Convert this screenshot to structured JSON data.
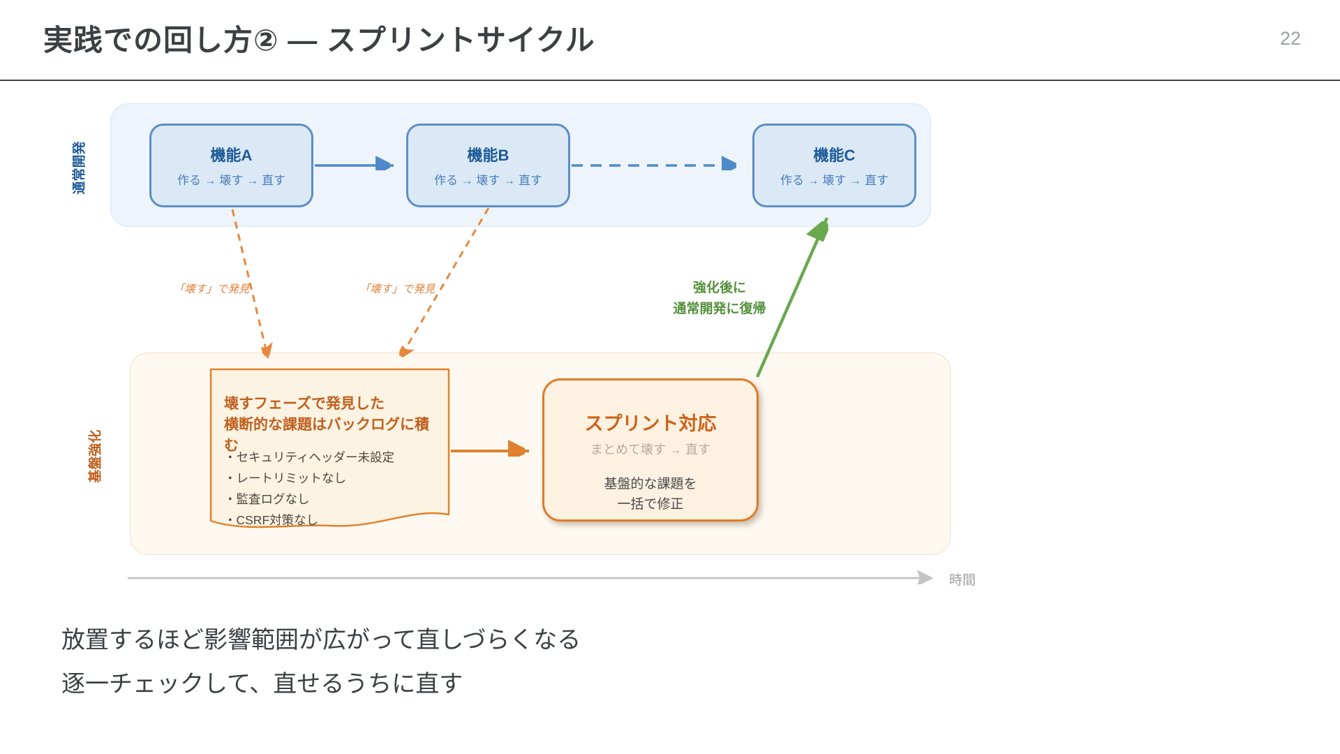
{
  "header": {
    "title": "実践での回し方② — スプリントサイクル",
    "page_number": "22"
  },
  "lanes": {
    "normal_label": "通常開発",
    "foundation_label": "基盤強化"
  },
  "features": [
    {
      "title": "機能A",
      "subtitle": "作る → 壊す → 直す"
    },
    {
      "title": "機能B",
      "subtitle": "作る → 壊す → 直す"
    },
    {
      "title": "機能C",
      "subtitle": "作る → 壊す → 直す"
    }
  ],
  "annotations": {
    "discover_a": "「壊す」で発見",
    "discover_b": "「壊す」で発見",
    "return_line1": "強化後に",
    "return_line2": "通常開発に復帰"
  },
  "backlog_note": {
    "title_line1": "壊すフェーズで発見した",
    "title_line2": "横断的な課題はバックログに積む",
    "items": [
      "・セキュリティヘッダー未設定",
      "・レートリミットなし",
      "・監査ログなし",
      "・CSRF対策なし"
    ]
  },
  "sprint_box": {
    "title": "スプリント対応",
    "subtitle": "まとめて壊す → 直す",
    "body_line1": "基盤的な課題を",
    "body_line2": "一括で修正"
  },
  "timeline": {
    "label": "時間"
  },
  "summary": {
    "line1": "放置するほど影響範囲が広がって直しづらくなる",
    "line2": "逐一チェックして、直せるうちに直す"
  },
  "colors": {
    "title_text": "#3c4043",
    "blue_border": "#5b8fc4",
    "blue_fill": "#dbe9f7",
    "blue_lane": "#edf4fb",
    "blue_text": "#1d5a96",
    "connector_blue": "#4e8ac9",
    "orange_border": "#e0812f",
    "orange_lane": "#fdf9f1",
    "note_fill": "#fcf3e3",
    "note_title_text": "#c05f1d",
    "dashed_orange": "#e8873d",
    "sprint_title_text": "#cc6318",
    "green_arrow": "#6aa84f",
    "green_text": "#52903a",
    "timeline_gray": "#c4c4c4"
  }
}
